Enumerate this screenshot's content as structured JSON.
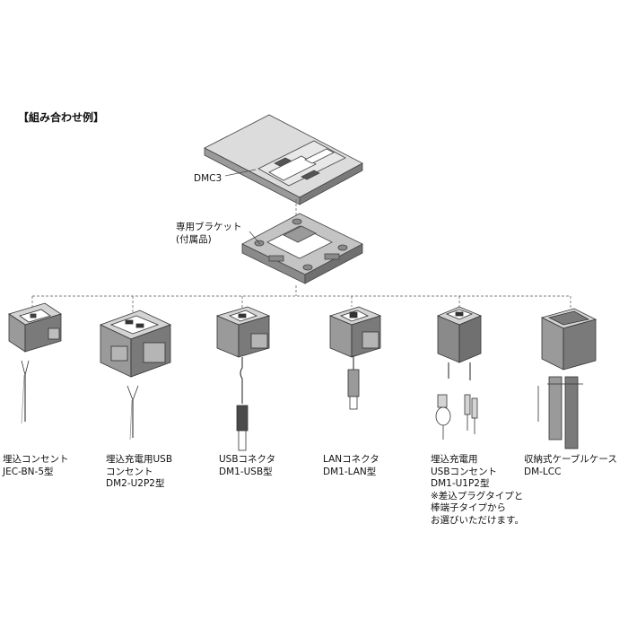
{
  "heading": "【組み合わせ例】",
  "top": {
    "cover_label": "DMC3",
    "bracket_label_line1": "専用ブラケット",
    "bracket_label_line2": "(付属品)"
  },
  "modules": [
    {
      "lines": [
        "埋込コンセント",
        "JEC-BN-5型"
      ]
    },
    {
      "lines": [
        "埋込充電用USB",
        "コンセント",
        "DM2-U2P2型"
      ]
    },
    {
      "lines": [
        "USBコネクタ",
        "DM1-USB型"
      ]
    },
    {
      "lines": [
        "LANコネクタ",
        "DM1-LAN型"
      ]
    },
    {
      "lines": [
        "埋込充電用",
        "USBコンセント",
        "DM1-U1P2型",
        "※差込プラグタイプと",
        "棒端子タイプから",
        "お選びいただけます。"
      ]
    },
    {
      "lines": [
        "収納式ケーブルケース",
        "DM-LCC"
      ]
    }
  ],
  "colors": {
    "body_gray": "#a9a9a9",
    "light_gray": "#d0d0d0",
    "dark_gray": "#6e6e6e",
    "line": "#444444"
  }
}
